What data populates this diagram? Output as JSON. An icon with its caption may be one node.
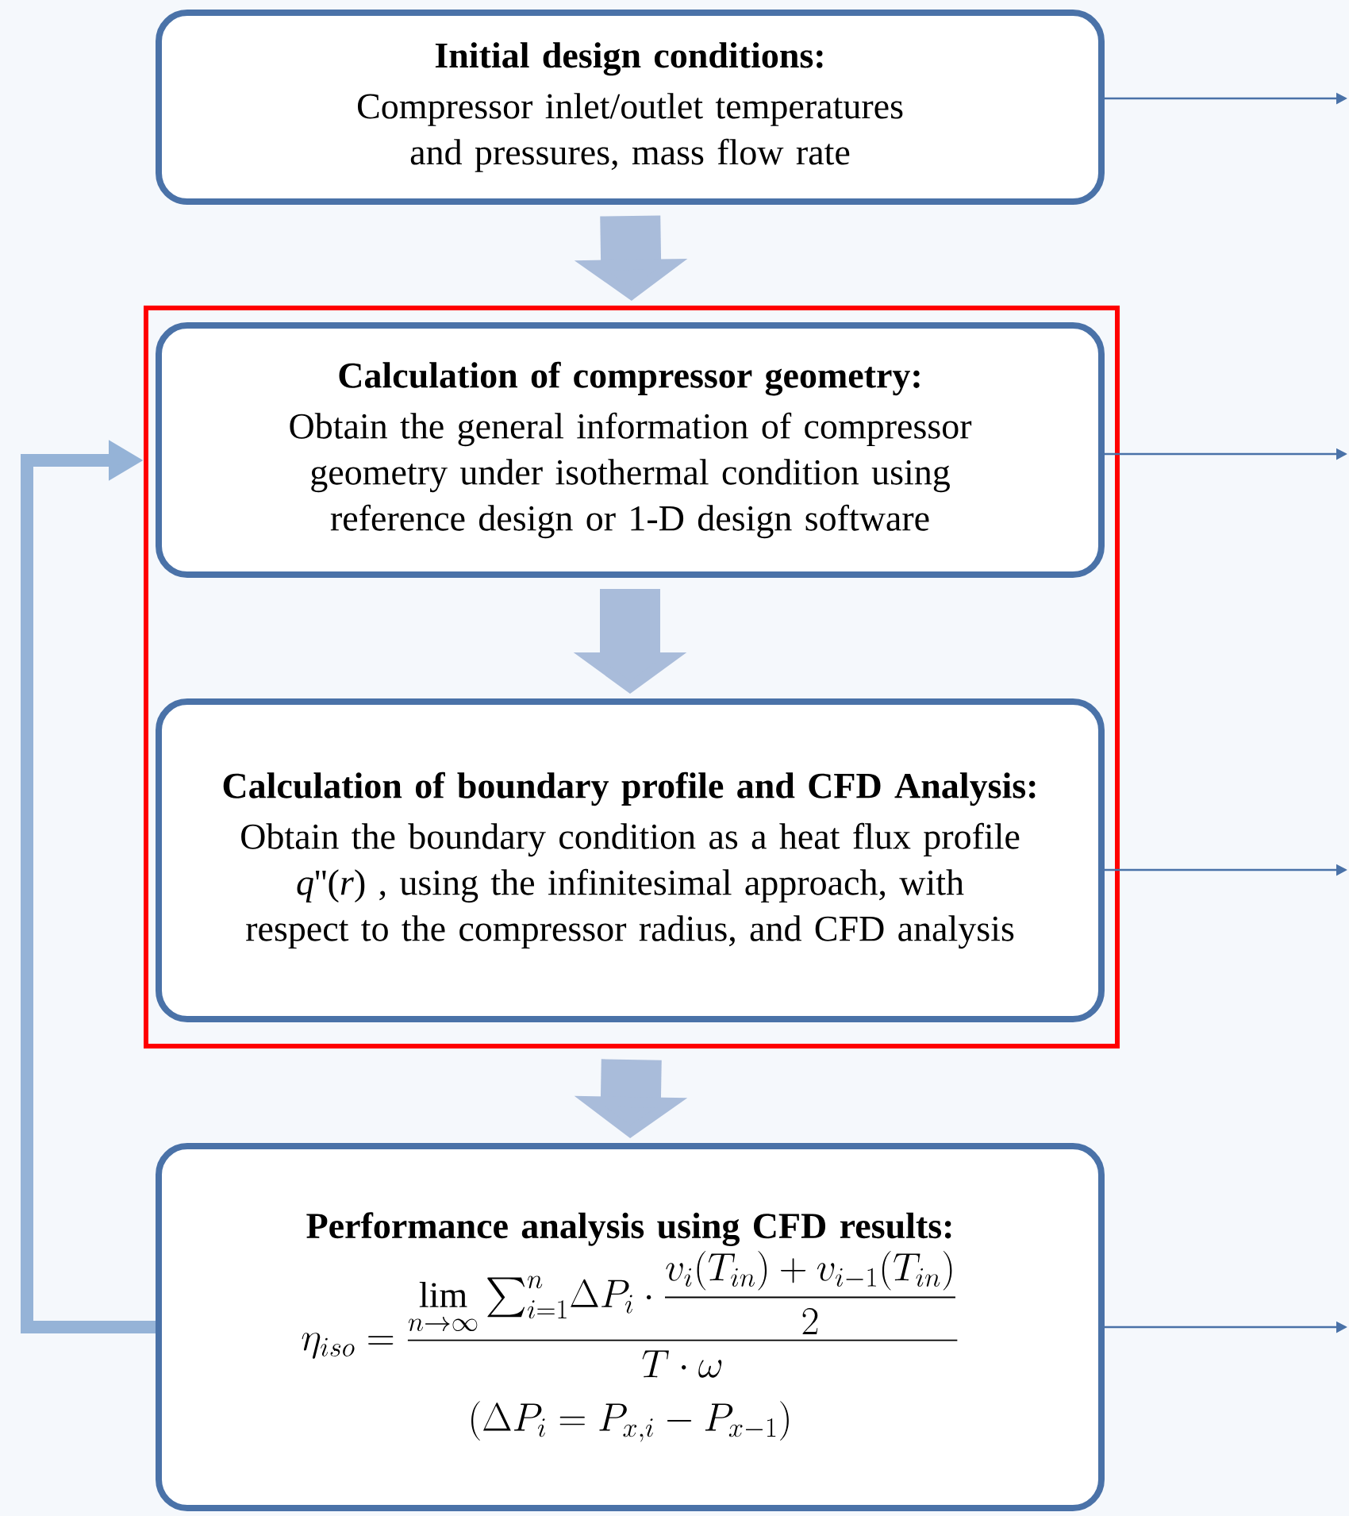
{
  "diagram": {
    "nodes": [
      {
        "text": [
          "Initial design conditions:",
          "Compressor inlet/outlet temperatures and pressures, mass flow rate"
        ]
      },
      {
        "text": [],
        "shape": "box"
      },
      {
        "text": [
          "Calculation of compressor geometry:",
          "Obtain the general information of compressor geometry under isothermal condition using reference design or 1-D design software"
        ],
        "in": 1
      },
      {
        "text": [
          "Calculation of boundary profile and CFD Analysis:",
          "Obtain the boundary condition as a heat flux profile *q*''(*r*) , using the infinitesimal approach, with respect to the compressor radius, and CFD analysis"
        ],
        "in": 1
      },
      {
        "text": [
          "Performance analysis using CFD results:",
          "\\eta_{iso} = \\frac{\\displaystyle\\lim_{n\\to\\infty}{\\textstyle\\sum_{i=1}^{n}}\\Delta P_i\\cdot\\frac{v_i(T_{in})+v_{i-1}(T_{in})}{2}}{T\\cdot\\omega}",
          "\\left(\\Delta P_i = P_{x,i} - P_{x-1}\\right)"
        ]
      }
    ],
    "edges": [
      {
        "from": 0,
        "to": 1,
        "arrow": "to",
        "style": "thick",
        "color": "#a9bcda"
      },
      {
        "from": 2,
        "to": 3,
        "arrow": "to",
        "style": "thick",
        "color": "#a9bcda"
      },
      {
        "from": 1,
        "to": 4,
        "arrow": "to",
        "style": "thick",
        "color": "#a9bcda"
      },
      {
        "from": 4,
        "to": 1,
        "arrow": "to",
        "style": "thick",
        "color": "#95b3d7"
      },
      {
        "from": 0,
        "to": null,
        "arrow": "to"
      },
      {
        "from": 2,
        "to": null,
        "arrow": "to"
      },
      {
        "from": 3,
        "to": null,
        "arrow": "to"
      },
      {
        "from": 4,
        "to": null,
        "arrow": "to"
      }
    ]
  }
}
